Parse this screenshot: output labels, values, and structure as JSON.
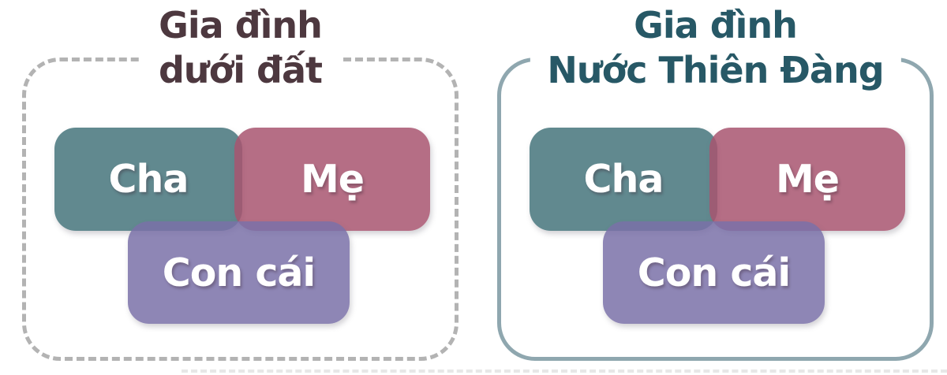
{
  "panels": [
    {
      "id": "earth-family",
      "title_line1": "Gia đình",
      "title_line2": "dưới đất",
      "border_style": "dashed",
      "members": {
        "father": "Cha",
        "mother": "Mẹ",
        "children": "Con cái"
      }
    },
    {
      "id": "heaven-family",
      "title_line1": "Gia đình",
      "title_line2": "Nước Thiên Đàng",
      "border_style": "solid",
      "members": {
        "father": "Cha",
        "mother": "Mẹ",
        "children": "Con cái"
      }
    }
  ],
  "colors": {
    "father_box": "#45747b",
    "mother_box": "#a85570",
    "children_box": "#7a71a8",
    "earth_title_text": "#4d383f",
    "heaven_title_text": "#275866",
    "earth_border": "#b3b3b3",
    "heaven_border": "#8fa7af",
    "label_text": "#ffffff",
    "background": "#ffffff"
  }
}
